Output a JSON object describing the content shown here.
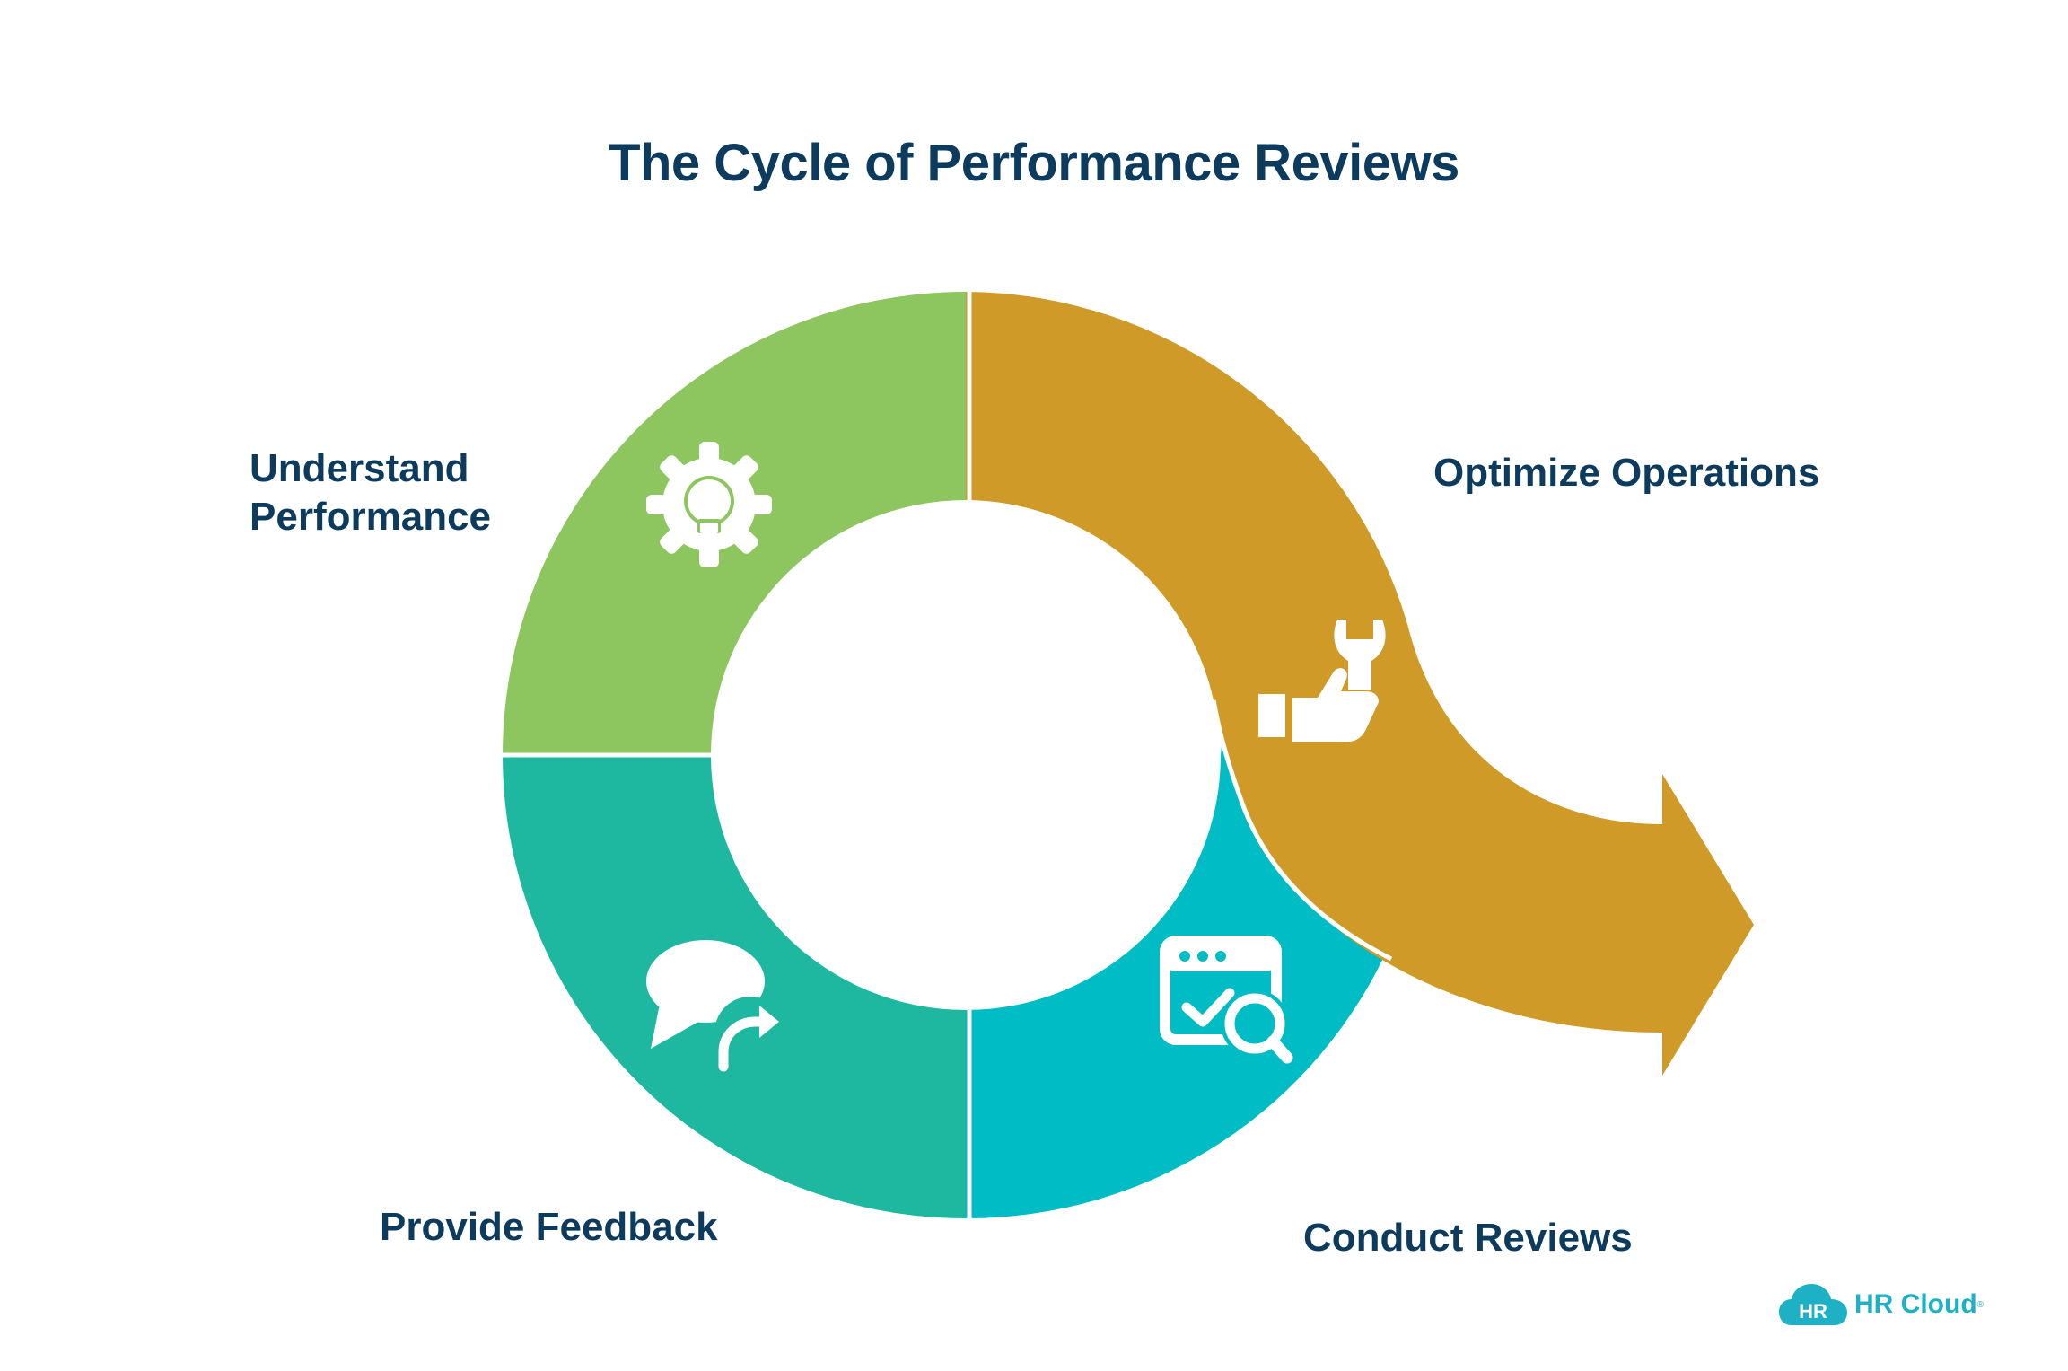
{
  "title": "The Cycle of Performance Reviews",
  "stages": [
    {
      "label": "Understand\nPerformance",
      "color": "#8dc55f",
      "icon": "gear-lightbulb-icon"
    },
    {
      "label": "Optimize Operations",
      "color": "#cf9a27",
      "icon": "hand-wrench-icon"
    },
    {
      "label": "Conduct Reviews",
      "color": "#00bcc4",
      "icon": "checklist-search-icon"
    },
    {
      "label": "Provide Feedback",
      "color": "#1eb8a0",
      "icon": "chat-bubble-reply-icon"
    }
  ],
  "logo": {
    "mark": "HR",
    "text": "HR Cloud",
    "reg": "®"
  },
  "colors": {
    "text": "#0d3b5e",
    "logo": "#1eb0c4"
  }
}
